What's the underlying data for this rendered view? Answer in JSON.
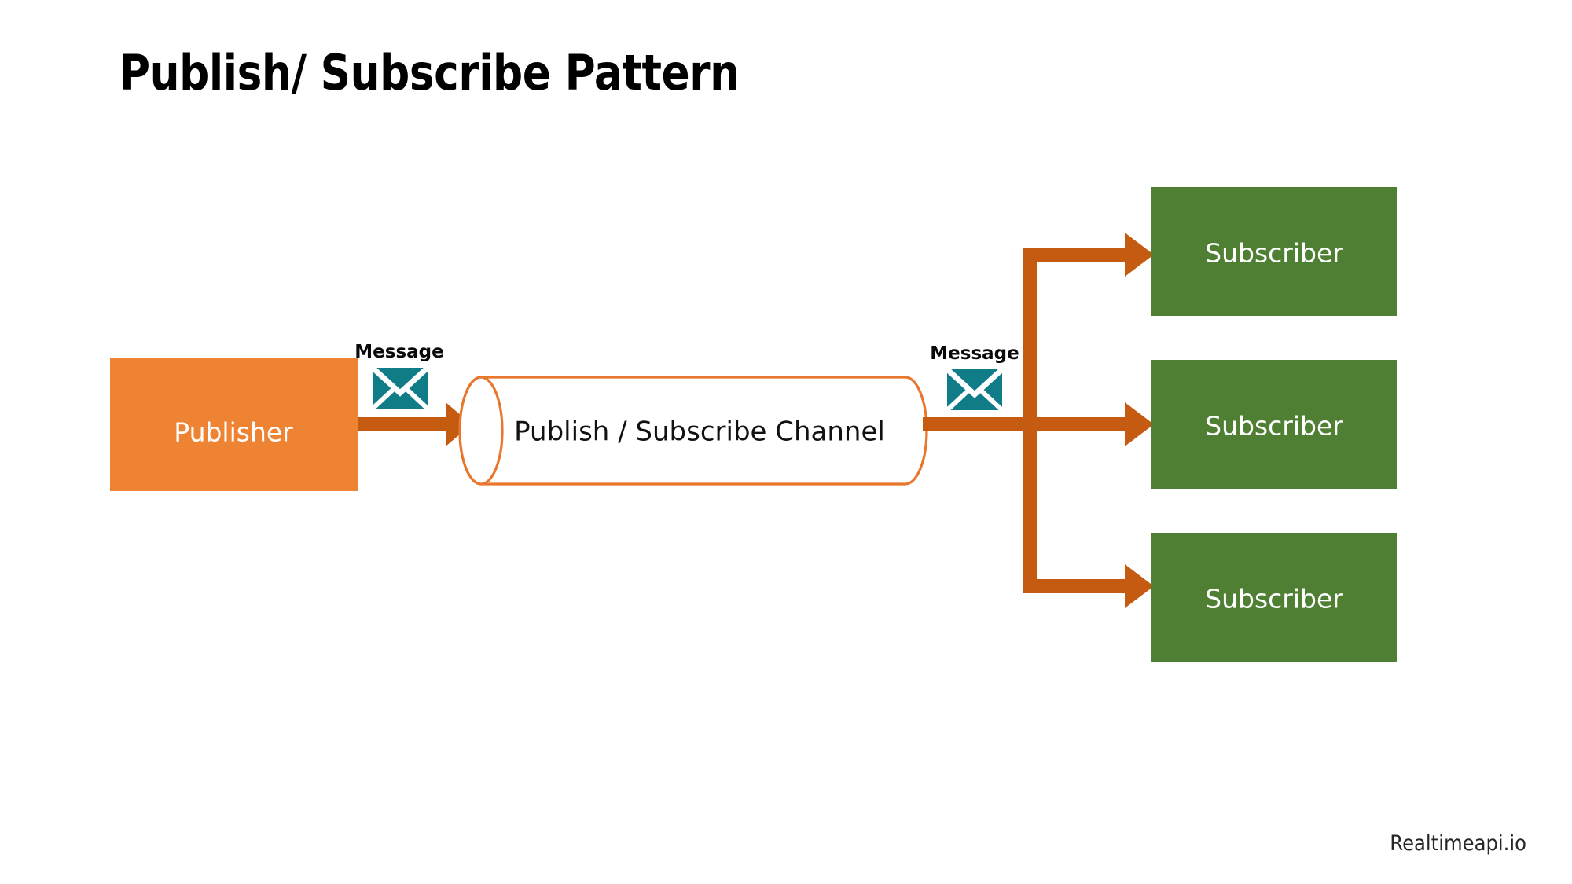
{
  "slide": {
    "title": "Publish/ Subscribe Pattern",
    "watermark": "Realtimeapi.io",
    "background": "#FFFFFF"
  },
  "colors": {
    "publisher_fill": "#EE8433",
    "subscriber_fill": "#4F7F32",
    "channel_stroke": "#E8762C",
    "channel_fill": "#FFFFFF",
    "arrow": "#C55A11",
    "envelope": "#0F7C87",
    "title_text": "#000000",
    "node_text": "#FFFFFF",
    "channel_text": "#111111"
  },
  "diagram": {
    "type": "publish-subscribe-pattern",
    "publisher": {
      "label": "Publisher",
      "shape": "rectangle"
    },
    "channel": {
      "label": "Publish / Subscribe Channel",
      "shape": "cylinder"
    },
    "messages": [
      {
        "label": "Message",
        "icon": "envelope-icon",
        "position": "publisher-to-channel"
      },
      {
        "label": "Message",
        "icon": "envelope-icon",
        "position": "channel-to-subscribers"
      }
    ],
    "subscribers": [
      {
        "label": "Subscriber",
        "shape": "rectangle"
      },
      {
        "label": "Subscriber",
        "shape": "rectangle"
      },
      {
        "label": "Subscriber",
        "shape": "rectangle"
      }
    ],
    "connections": [
      {
        "from": "publisher",
        "to": "channel",
        "style": "arrow"
      },
      {
        "from": "channel",
        "to": "subscriber-1",
        "style": "arrow"
      },
      {
        "from": "channel",
        "to": "subscriber-2",
        "style": "arrow"
      },
      {
        "from": "channel",
        "to": "subscriber-3",
        "style": "arrow"
      }
    ]
  }
}
